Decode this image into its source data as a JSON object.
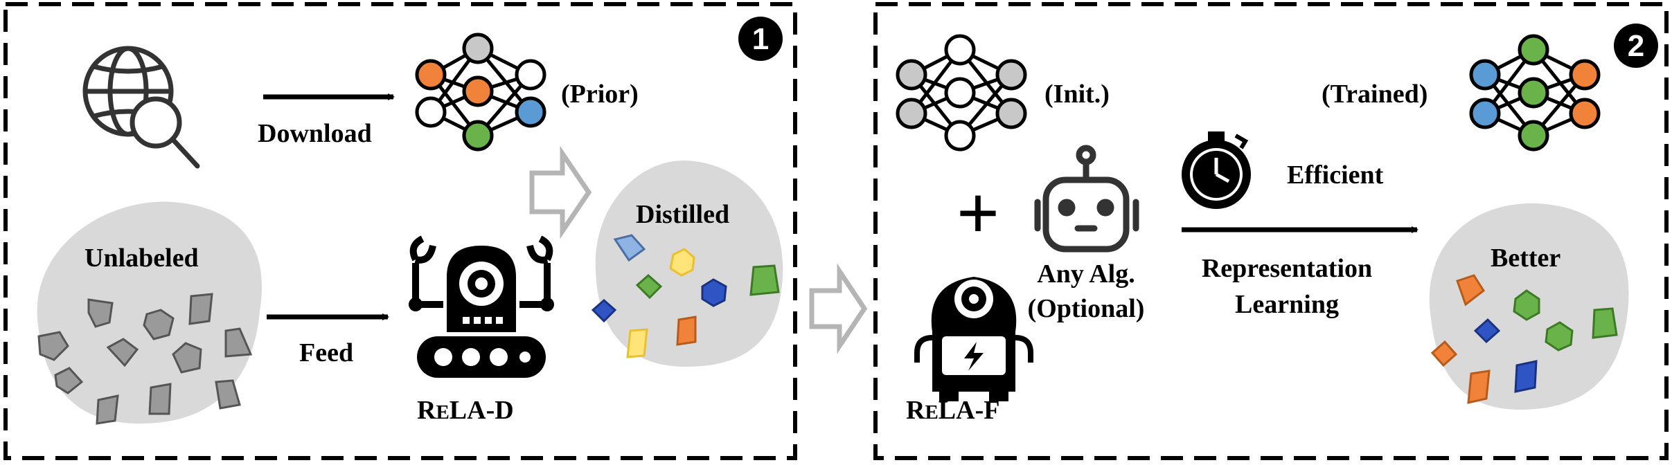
{
  "colors": {
    "gray": "#c8c8c8",
    "orange": "#f0823a",
    "green": "#6ab34a",
    "blue": "#5b9bd5",
    "light_gray_blob": "#d9d9d9",
    "dark_gray_shape": "#9a9a9a",
    "arrow_gray": "#b5b5b5"
  },
  "panel1": {
    "badge": "❶",
    "download_label": "Download",
    "prior_label": "(Prior)",
    "unlabeled_label": "Unlabeled",
    "feed_label": "Feed",
    "distilled_label": "Distilled",
    "rela_d": {
      "r": "R",
      "e": "E",
      "rest": "LA-D"
    },
    "icons": [
      "globe-search-icon",
      "neural-network-icon",
      "robot-icon"
    ]
  },
  "panel2": {
    "badge": "❷",
    "init_label": "(Init.)",
    "trained_label": "(Trained)",
    "efficient_label": "Efficient",
    "any_alg_label": "Any Alg.",
    "optional_label": "(Optional)",
    "representation_label": "Representation",
    "learning_label": "Learning",
    "better_label": "Better",
    "rela_f": {
      "r": "R",
      "e": "E",
      "rest": "LA-F"
    },
    "plus": "+",
    "icons": [
      "stopwatch-icon",
      "bot-icon",
      "battery-robot-icon"
    ]
  }
}
